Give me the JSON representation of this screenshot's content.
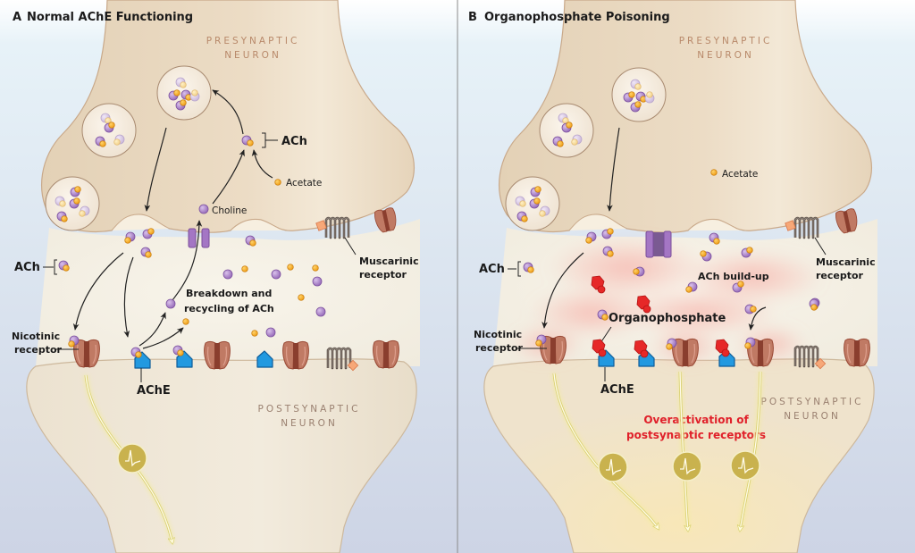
{
  "panels": [
    {
      "id": "A",
      "letter": "A",
      "title": "Normal AChE Functioning",
      "presynaptic_label": [
        "PRESYNAPTIC",
        "NEURON"
      ],
      "postsynaptic_label": [
        "POSTSYNAPTIC",
        "NEURON"
      ],
      "labels": {
        "ach_top": "ACh",
        "acetate": "Acetate",
        "choline": "Choline",
        "ach_left": "ACh",
        "muscarinic": [
          "Muscarinic",
          "receptor"
        ],
        "breakdown": [
          "Breakdown and",
          "recycling of ACh"
        ],
        "nicotinic": [
          "Nicotinic",
          "receptor"
        ],
        "ache": "AChE"
      },
      "action_potentials": 1
    },
    {
      "id": "B",
      "letter": "B",
      "title": "Organophosphate Poisoning",
      "presynaptic_label": [
        "PRESYNAPTIC",
        "NEURON"
      ],
      "postsynaptic_label": [
        "POSTSYNAPTIC",
        "NEURON"
      ],
      "labels": {
        "acetate": "Acetate",
        "ach_left": "ACh",
        "ach_buildup": "ACh build-up",
        "muscarinic": [
          "Muscarinic",
          "receptor"
        ],
        "organophosphate": "Organophosphate",
        "nicotinic": [
          "Nicotinic",
          "receptor"
        ],
        "ache": "AChE",
        "overactivation": [
          "Overactivation of",
          "postsynaptic receptors"
        ]
      },
      "action_potentials": 3
    }
  ],
  "colors": {
    "neuron_fill": "#e8d9c0",
    "neuron_stroke": "#c9a98a",
    "background_top": "#e6f1f7",
    "background_bottom": "#cfd6e6",
    "choline": "#a97fc6",
    "acetate": "#f0a020",
    "ache": "#1e90d8",
    "nicotinic": "#b66a55",
    "organophosphate": "#e62828",
    "action_potential": "#cdb84e",
    "overactivation_text": "#e0202a"
  }
}
